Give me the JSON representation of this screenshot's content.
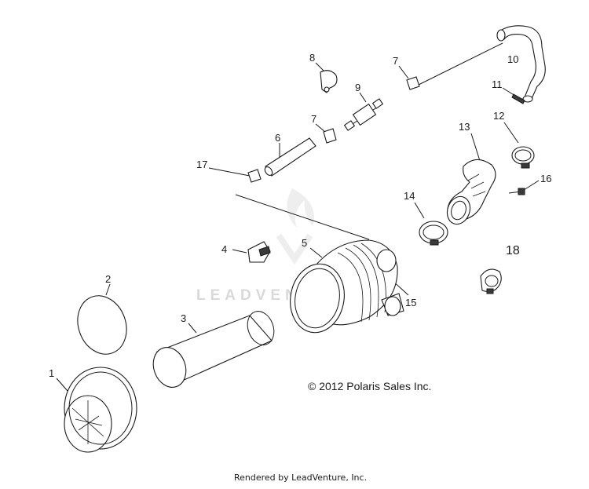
{
  "diagram": {
    "callouts": [
      "1",
      "2",
      "3",
      "4",
      "5",
      "6",
      "7",
      "7",
      "8",
      "9",
      "10",
      "11",
      "12",
      "13",
      "14",
      "15",
      "16",
      "17",
      "18"
    ],
    "copyright": "© 2012 Polaris Sales Inc.",
    "watermark": "LEADVENTURE",
    "footer": "Rendered by LeadVenture, Inc."
  }
}
